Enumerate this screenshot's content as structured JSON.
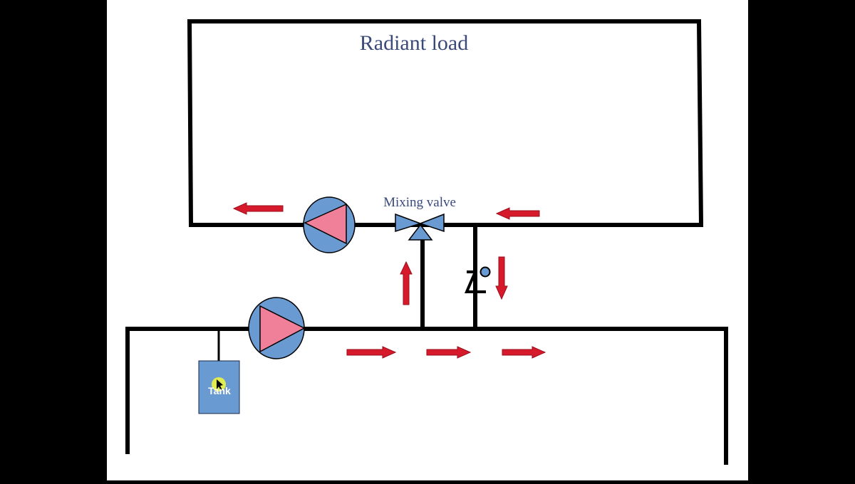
{
  "diagram": {
    "title": "Radiant load",
    "mixing_valve_label": "Mixing valve",
    "tank_label": "Tank",
    "components": {
      "upper_pump": "pump-icon",
      "lower_pump": "pump-icon",
      "mixing_valve": "three-way-valve-icon",
      "check_valve": "check-valve-icon",
      "tank": "tank-icon",
      "cursor": "cursor-highlight"
    },
    "flow_arrows": {
      "upper_left": "left",
      "upper_right": "left",
      "supply_riser": "up",
      "return_drop": "down",
      "lower_1": "right",
      "lower_2": "right",
      "lower_3": "right"
    }
  },
  "colors": {
    "background": "#ffffff",
    "letterbox": "#000000",
    "pipe": "#000000",
    "pump_body": "#6a9ad2",
    "pump_triangle": "#f07f9a",
    "valve": "#6a9ad2",
    "tank": "#6a9ad2",
    "arrow": "#d61a2c",
    "label_text": "#3a4a7a",
    "cursor_highlight": "#e8f04a"
  }
}
